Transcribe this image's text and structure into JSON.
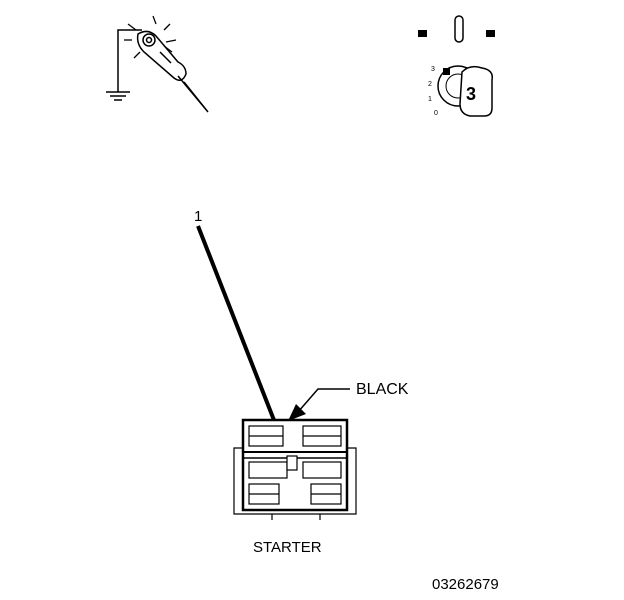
{
  "callout": {
    "number": "1"
  },
  "connector_color_label": "BLACK",
  "component_label": "STARTER",
  "figure_id": "03262679",
  "key_switch": {
    "positions": [
      "3",
      "2",
      "1",
      "0"
    ],
    "key_number": "3"
  },
  "colors": {
    "line": "#000000",
    "background": "#ffffff"
  },
  "icons": {
    "test_light": "test-light-probe-icon",
    "ground": "ground-symbol-icon",
    "battery_disconnect": "disconnect-switch-icon",
    "ignition_key": "ignition-key-icon"
  }
}
